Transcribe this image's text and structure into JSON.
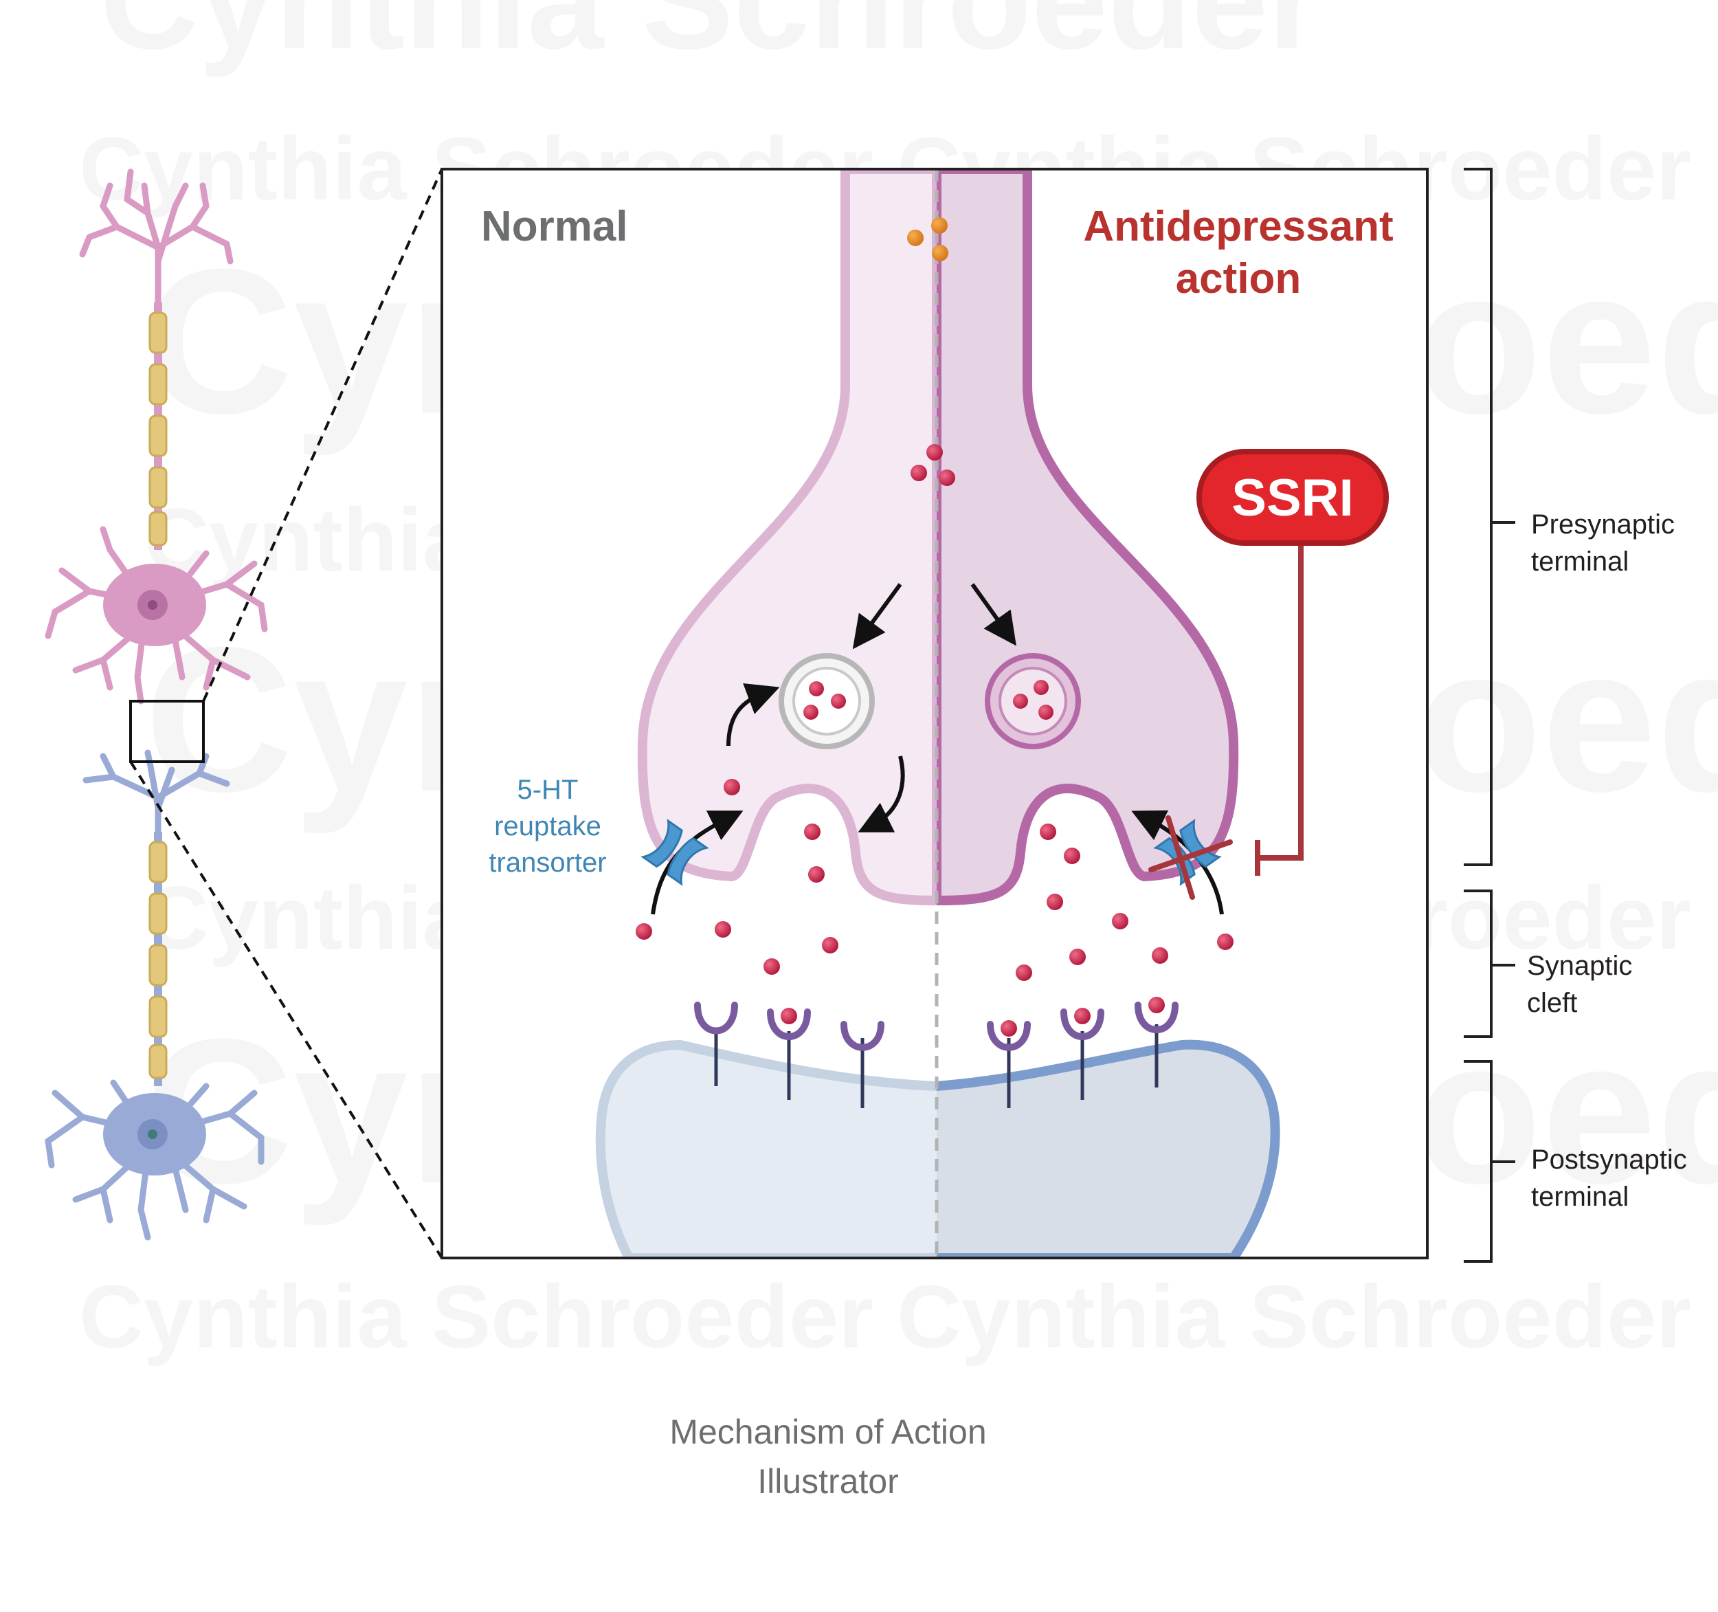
{
  "watermark": {
    "text": "Cynthia Schroeder"
  },
  "panels": {
    "normal_label": "Normal",
    "antidepressant_label_line1": "Antidepressant",
    "antidepressant_label_line2": "action"
  },
  "drug": {
    "label": "SSRI"
  },
  "transporter": {
    "label_line1": "5-HT",
    "label_line2": "reuptake",
    "label_line3": "transorter"
  },
  "regions": {
    "presynaptic_line1": "Presynaptic",
    "presynaptic_line2": "terminal",
    "cleft_line1": "Synaptic",
    "cleft_line2": "cleft",
    "postsynaptic_line1": "Postsynaptic",
    "postsynaptic_line2": "terminal"
  },
  "caption": {
    "line1": "Mechanism of Action",
    "line2": "Illustrator"
  },
  "colors": {
    "serotonin": "#c0234a",
    "precursor": "#e08a26",
    "presynaptic_fill_normal": "#f5e9f3",
    "presynaptic_fill_action": "#e6d3e3",
    "presynaptic_stroke_action": "#b468a6",
    "postsynaptic_fill": "#dde5ee",
    "postsynaptic_stroke": "#7b9ccc",
    "transporter": "#4a98cf",
    "ssri": "#e3262b",
    "block": "#a6363b",
    "receptor": "#7a5a9e",
    "neuron_upper": "#d99ac4",
    "neuron_lower": "#9aaad6",
    "myelin": "#e3c77a"
  }
}
